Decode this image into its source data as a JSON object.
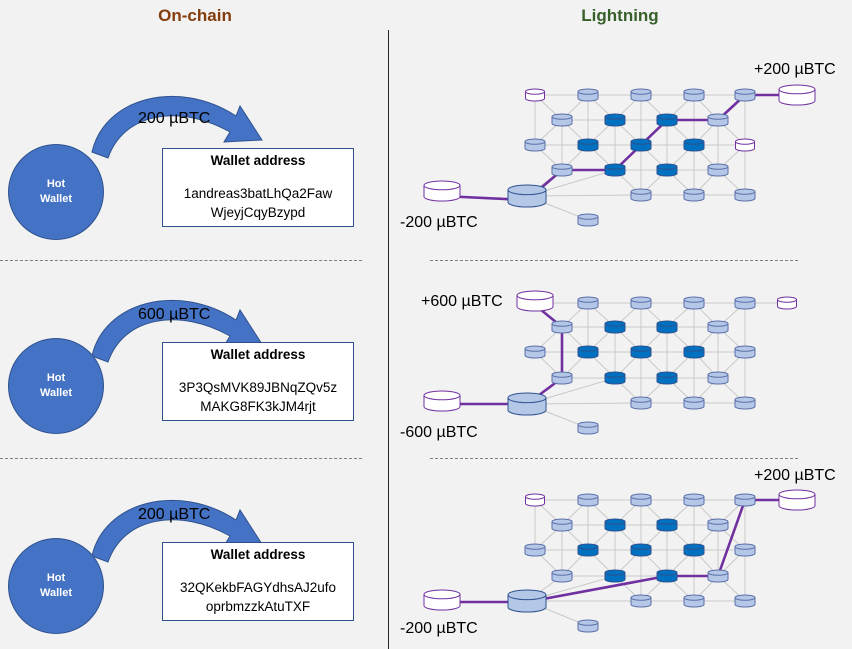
{
  "headers": {
    "onchain": "On-chain",
    "lightning": "Lightning"
  },
  "onchain": [
    {
      "hot_wallet": [
        "Hot",
        "Wallet"
      ],
      "amount": "200 µBTC",
      "box_title": "Wallet address",
      "address": [
        "1andreas3batLhQa2Faw",
        "WjeyjCqyBzypd"
      ]
    },
    {
      "hot_wallet": [
        "Hot",
        "Wallet"
      ],
      "amount": "600 µBTC",
      "box_title": "Wallet address",
      "address": [
        "3P3QsMVK89JBNqZQv5z",
        "MAKG8FK3kJM4rjt"
      ]
    },
    {
      "hot_wallet": [
        "Hot",
        "Wallet"
      ],
      "amount": "200 µBTC",
      "box_title": "Wallet address",
      "address": [
        "32QKekbFAGYdhsAJ2ufo",
        "oprbmzzkAtuTXF"
      ]
    }
  ],
  "lightning": [
    {
      "received": "+200 µBTC",
      "sent": "-200 µBTC"
    },
    {
      "received": "+600 µBTC",
      "sent": "-600 µBTC"
    },
    {
      "received": "+200 µBTC",
      "sent": "-200 µBTC"
    }
  ],
  "colors": {
    "onchain_header": "#843c0c",
    "lightning_header": "#38602a",
    "hot_wallet": "#4472c4",
    "arrow": "#4472c4",
    "route": "#7030a0",
    "node_light": "#b4c7e7",
    "node_dark": "#0070c0"
  }
}
